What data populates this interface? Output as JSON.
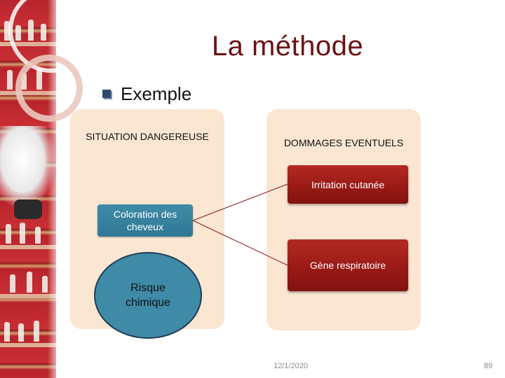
{
  "title": "La méthode",
  "bullet": {
    "icon": "square-bullet-icon",
    "text": "Exemple"
  },
  "left_panel": {
    "heading": "SITUATION DANGEREUSE"
  },
  "right_panel": {
    "heading": "DOMMAGES EVENTUELS"
  },
  "situation_box": {
    "text": "Coloration des cheveux"
  },
  "damages": [
    {
      "text": "Irritation cutanée"
    },
    {
      "text": "Gène respiratoire"
    }
  ],
  "risk": {
    "text": "Risque chimique"
  },
  "footer": {
    "date": "12/1/2020",
    "page": "89"
  },
  "colors": {
    "title": "#6b1215",
    "panel": "#fbe6d2",
    "red_box": "#9a1a16",
    "blue_box": "#3f8ca8",
    "connector": "#8b1a1a"
  }
}
